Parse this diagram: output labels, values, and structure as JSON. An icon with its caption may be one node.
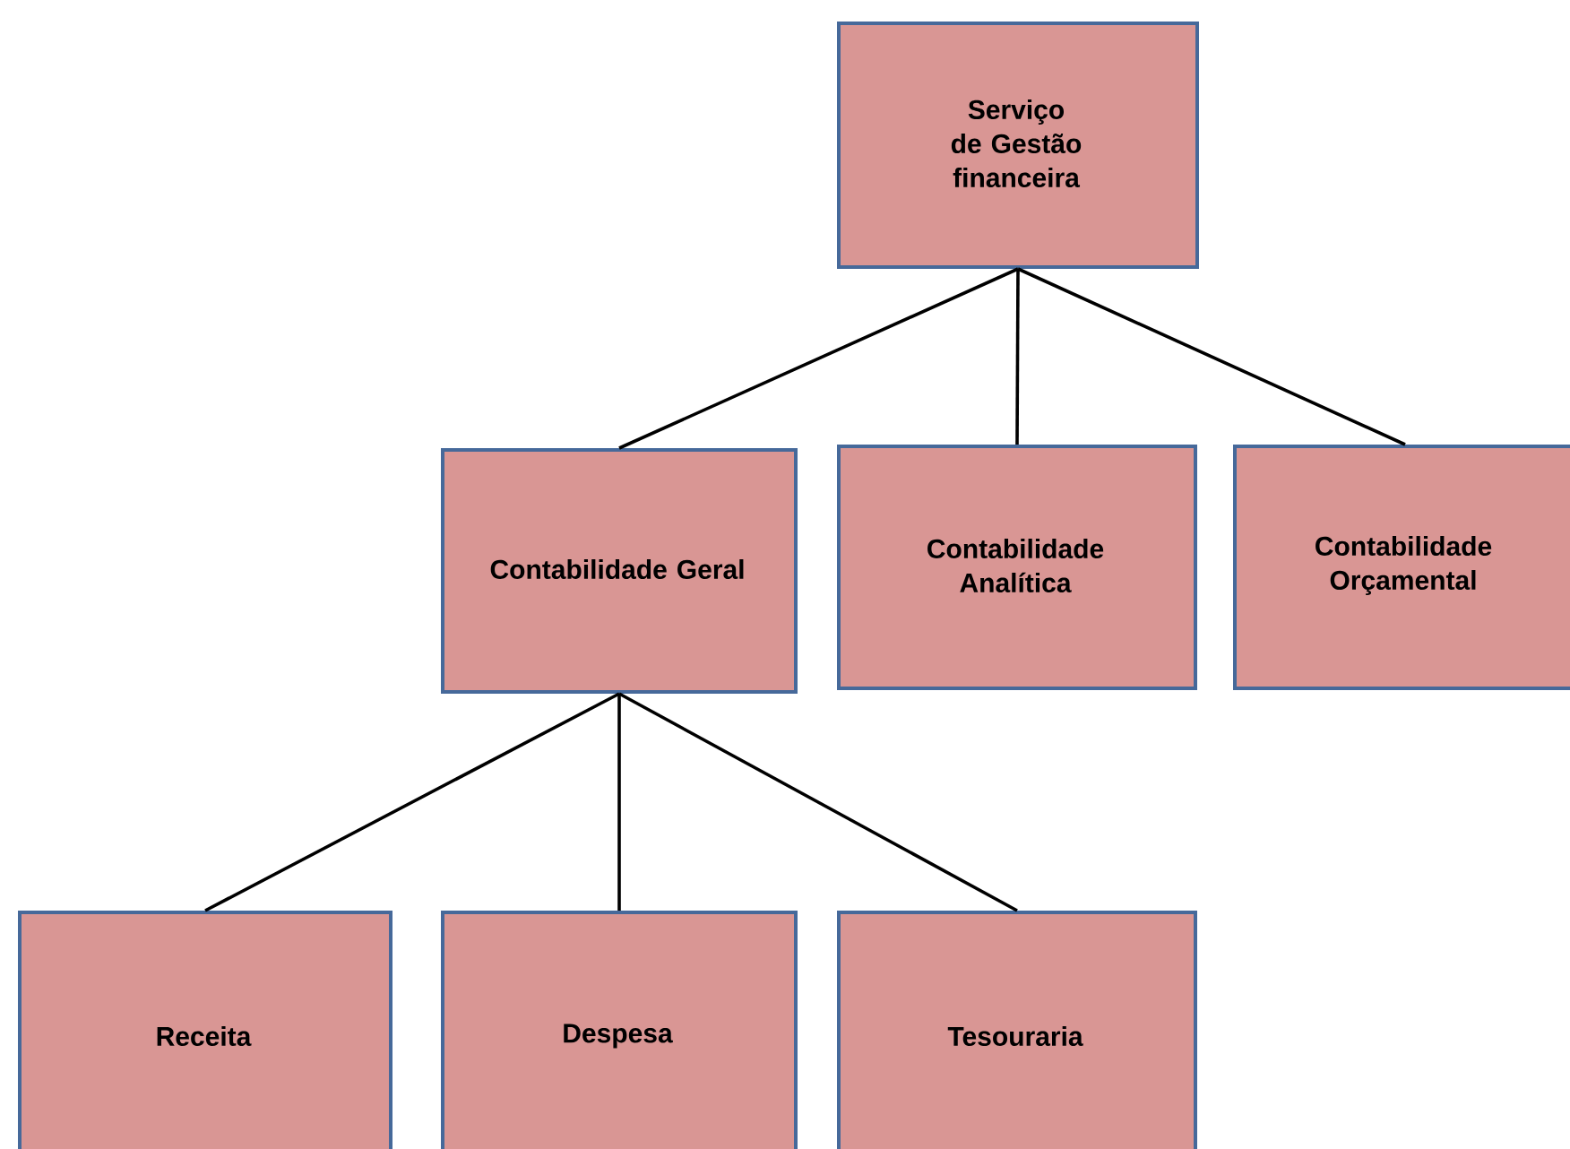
{
  "diagram": {
    "nodes": [
      {
        "text": [
          "Serviço de Gestão financeira"
        ]
      },
      {
        "text": [
          "Contabilidade Geral"
        ]
      },
      {
        "text": [
          "Contabilidade Analítica"
        ]
      },
      {
        "text": [
          "Contabilidade Orçamental"
        ]
      },
      {
        "text": [
          "Receita"
        ]
      },
      {
        "text": [
          "Despesa"
        ]
      },
      {
        "text": [
          "Tesouraria"
        ]
      }
    ],
    "edges": [
      {
        "from": 0,
        "to": 1,
        "arrow": "none"
      },
      {
        "from": 0,
        "to": 2,
        "arrow": "none"
      },
      {
        "from": 0,
        "to": 3,
        "arrow": "none"
      },
      {
        "from": 1,
        "to": 4,
        "arrow": "none"
      },
      {
        "from": 1,
        "to": 5,
        "arrow": "none"
      },
      {
        "from": 1,
        "to": 6,
        "arrow": "none"
      }
    ]
  }
}
